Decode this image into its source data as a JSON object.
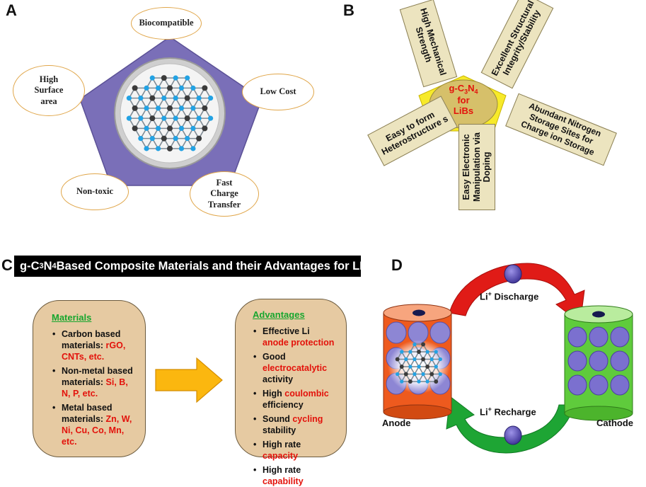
{
  "panel_a": {
    "letter": "A",
    "properties": {
      "biocompatible": "Biocompatible",
      "high_surface_area": [
        "High",
        "Surface",
        "area"
      ],
      "low_cost": "Low Cost",
      "non_toxic": "Non-toxic",
      "fast_charge": [
        "Fast",
        "Charge",
        "Transfer"
      ]
    }
  },
  "panel_b": {
    "letter": "B",
    "center": {
      "line1_pre": "g-C",
      "sub3": "3",
      "mid": "N",
      "sub4": "4",
      "line2": "for",
      "line3": "LiBs"
    },
    "petals": {
      "mechanical": "High Mechanical Strength",
      "structural": "Excellent Structural Integrity/Stability",
      "nitrogen": "Abundant Nitrogen Storage Sites for Charge ion Storage",
      "electronic": "Easy Electronic Manipulation via Doping",
      "heterostructure": "Easy to form Heterostructure s"
    }
  },
  "panel_c": {
    "letter": "C",
    "banner": {
      "pre": "g-C",
      "sub3": "3",
      "mid": "N",
      "sub4": "4",
      "post": " Based Composite Materials and their Advantages for LIBs"
    },
    "materials": {
      "title": "Materials",
      "items": [
        {
          "plain": "Carbon based materials: ",
          "red": "rGO, CNTs, etc."
        },
        {
          "plain": "Non-metal based materials: ",
          "red": "Si, B, N, P, etc."
        },
        {
          "plain": "Metal based materials: ",
          "red": "Zn, W, Ni, Cu, Co, Mn, etc."
        }
      ]
    },
    "advantages": {
      "title": "Advantages",
      "items": [
        {
          "plain": "Effective Li ",
          "red": "anode protection",
          "tail": ""
        },
        {
          "plain": "Good ",
          "red": "electrocatalytic",
          "tail": " activity"
        },
        {
          "plain": "High ",
          "red": "coulombic",
          "tail": " efficiency"
        },
        {
          "plain": "Sound ",
          "red": "cycling",
          "tail": " stability"
        },
        {
          "plain": "High rate ",
          "red": "capacity",
          "tail": ""
        },
        {
          "plain": "High rate ",
          "red": "capability",
          "tail": ""
        }
      ]
    }
  },
  "panel_d": {
    "letter": "D",
    "discharge": {
      "ion": "Li",
      "sup": "+",
      "text": " Discharge"
    },
    "recharge": {
      "ion": "Li",
      "sup": "+",
      "text": " Recharge"
    },
    "anode": "Anode",
    "cathode": "Cathode"
  },
  "colors": {
    "pentagon": "#7a6fb8",
    "ellipse_border": "#e0a64a",
    "petal_fill": "#ece4bf",
    "center_yellow": "#f7ea2a",
    "box_fill": "#e6caa2",
    "anode": "#ee5a1e",
    "cathode": "#5fcb3c",
    "arrow_red": "#e01b17",
    "arrow_green": "#1ea534",
    "ion": "#6c60c4"
  }
}
